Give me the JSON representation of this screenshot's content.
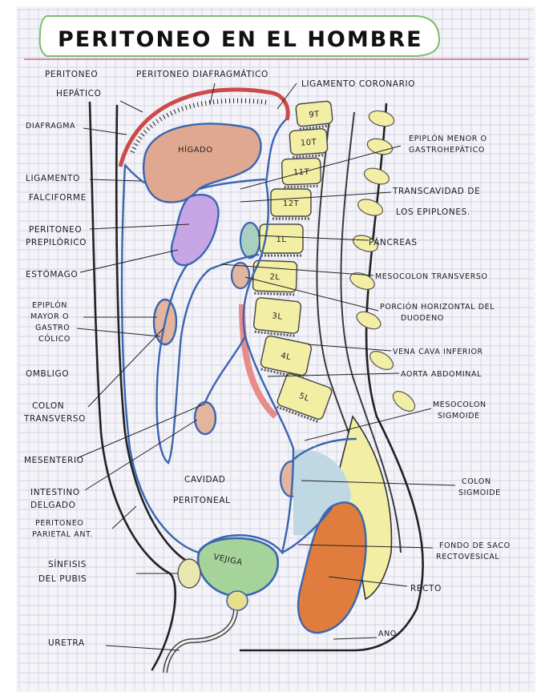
{
  "title": "PERITONEO EN EL HOMBRE",
  "colors": {
    "peritoneum": "#3a66b0",
    "liver": "#e0a890",
    "stomach": "#c8a6e6",
    "colon": "#e3b49e",
    "vertebra": "#f2eea4",
    "bladder": "#a6d39a",
    "rectum": "#e07c3e",
    "diaphragm": "#cc4a4a",
    "aorta": "#e88b8b",
    "grid": "#c9cbe3"
  },
  "labels": {
    "peritoneo_hepatico_1": "PERITONEO",
    "peritoneo_hepatico_2": "HEPÁTICO",
    "peritoneo_diafragmatico": "PERITONEO DIAFRAGMÁTICO",
    "ligamento_coronario": "LIGAMENTO CORONARIO",
    "diafragma": "DIAFRAGMA",
    "ligamento_falciforme_1": "LIGAMENTO",
    "ligamento_falciforme_2": "FALCIFORME",
    "peritoneo_prepilorico_1": "PERITONEO",
    "peritoneo_prepilorico_2": "PREPILÓRICO",
    "estomago": "ESTÓMAGO",
    "epiplon_mayor_1": "EPIPLÓN",
    "epiplon_mayor_2": "MAYOR O",
    "epiplon_mayor_3": "GASTRO",
    "epiplon_mayor_4": "CÓLICO",
    "ombligo": "OMBLIGO",
    "colon_transverso_1": "COLON",
    "colon_transverso_2": "TRANSVERSO",
    "mesenterio": "MESENTERIO",
    "intestino_delgado_1": "INTESTINO",
    "intestino_delgado_2": "DELGADO",
    "peritoneo_parietal_1": "PERITONEO",
    "peritoneo_parietal_2": "PARIETAL ANT.",
    "sinfisis_1": "SÍNFISIS",
    "sinfisis_2": "DEL PUBIS",
    "uretra": "URETRA",
    "epiplon_menor_1": "EPIPLÓN MENOR O",
    "epiplon_menor_2": "GASTROHEPÁTICO",
    "transcavidad_1": "TRANSCAVIDAD DE",
    "transcavidad_2": "LOS EPIPLONES.",
    "pancreas": "PÁNCREAS",
    "mesocolon_transverso": "MESOCOLON TRANSVERSO",
    "duodeno_1": "PORCIÓN HORIZONTAL DEL",
    "duodeno_2": "DUODENO",
    "vena_cava": "VENA CAVA INFERIOR",
    "aorta": "AORTA ABDOMINAL",
    "mesocolon_sigmoide_1": "MESOCOLON",
    "mesocolon_sigmoide_2": "SIGMOIDE",
    "colon_sigmoide_1": "COLON",
    "colon_sigmoide_2": "SIGMOIDE",
    "fondo_saco_1": "FONDO DE SACO",
    "fondo_saco_2": "RECTOVESICAL",
    "recto": "RECTO",
    "ano": "ANO",
    "cavidad_1": "CAVIDAD",
    "cavidad_2": "PERITONEAL",
    "higado": "HÍGADO",
    "vejiga": "VEJIGA"
  },
  "vertebrae": [
    "9T",
    "10T",
    "11T",
    "12T",
    "1L",
    "2L",
    "3L",
    "4L",
    "5L"
  ]
}
